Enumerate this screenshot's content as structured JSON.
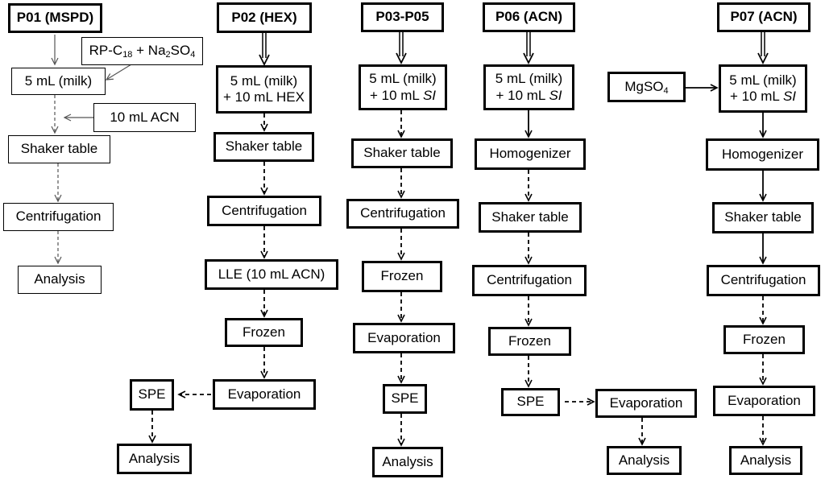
{
  "p01": {
    "header": "P01 (MSPD)",
    "reagent_rp": "RP-C",
    "reagent_rp_sub": "18",
    "reagent_plus": " + Na",
    "reagent_na_sub": "2",
    "reagent_so": "SO",
    "reagent_so_sub": "4",
    "sample": "5 mL (milk)",
    "solvent": "10 mL ACN",
    "step_shaker": "Shaker table",
    "step_centrifugation": "Centrifugation",
    "step_analysis": "Analysis"
  },
  "p02": {
    "header": "P02 (HEX)",
    "sample_line1": "5 mL (milk)",
    "sample_line2": "+ 10 mL HEX",
    "step_shaker": "Shaker table",
    "step_centrifugation": "Centrifugation",
    "step_lle": "LLE (10 mL ACN)",
    "step_frozen": "Frozen",
    "step_evaporation": "Evaporation",
    "step_spe": "SPE",
    "step_analysis": "Analysis"
  },
  "p03": {
    "header": "P03-P05",
    "sample_line1": "5 mL (milk)",
    "sample_line2_prefix": "+ 10 mL ",
    "sample_line2_italic": "SI",
    "step_shaker": "Shaker table",
    "step_centrifugation": "Centrifugation",
    "step_frozen": "Frozen",
    "step_evaporation": "Evaporation",
    "step_spe": "SPE",
    "step_analysis": "Analysis"
  },
  "p06": {
    "header": "P06 (ACN)",
    "sample_line1": "5 mL (milk)",
    "sample_line2_prefix": "+ 10 mL ",
    "sample_line2_italic": "SI",
    "step_homogenizer": "Homogenizer",
    "step_shaker": "Shaker table",
    "step_centrifugation": "Centrifugation",
    "step_frozen": "Frozen",
    "step_spe": "SPE",
    "step_evaporation": "Evaporation",
    "step_analysis": "Analysis"
  },
  "p07": {
    "header": "P07 (ACN)",
    "reagent_mg": "MgSO",
    "reagent_mg_sub": "4",
    "sample_line1": "5 mL (milk)",
    "sample_line2_prefix": "+ 10 mL ",
    "sample_line2_italic": "SI",
    "step_homogenizer": "Homogenizer",
    "step_shaker": "Shaker table",
    "step_centrifugation": "Centrifugation",
    "step_frozen": "Frozen",
    "step_evaporation": "Evaporation",
    "step_analysis": "Analysis"
  }
}
